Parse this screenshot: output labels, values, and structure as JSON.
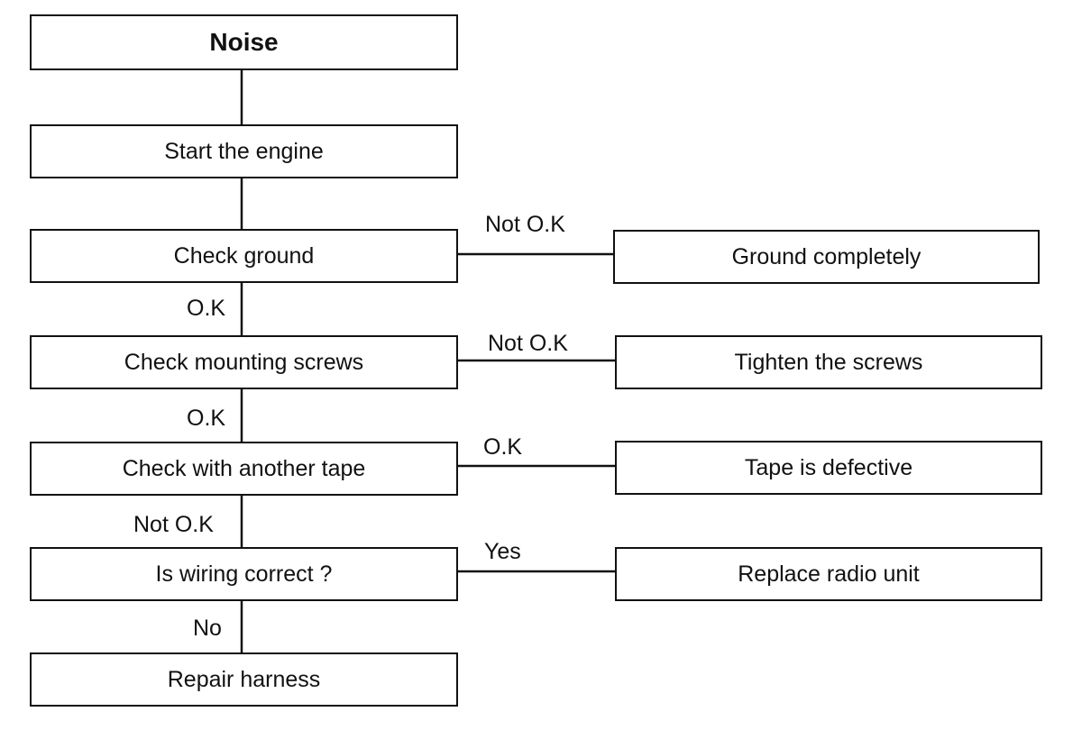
{
  "flowchart": {
    "title": "Noise",
    "start": "Start the engine",
    "checks": [
      {
        "label": "Check ground",
        "branch_label": "Not O.K",
        "branch_result": "Ground completely",
        "down_label": "O.K"
      },
      {
        "label": "Check mounting screws",
        "branch_label": "Not O.K",
        "branch_result": "Tighten the screws",
        "down_label": "O.K"
      },
      {
        "label": "Check with another tape",
        "branch_label": "O.K",
        "branch_result": "Tape is defective",
        "down_label": "Not O.K"
      },
      {
        "label": "Is wiring correct ?",
        "branch_label": "Yes",
        "branch_result": "Replace radio unit",
        "down_label": "No"
      }
    ],
    "end": "Repair harness"
  }
}
